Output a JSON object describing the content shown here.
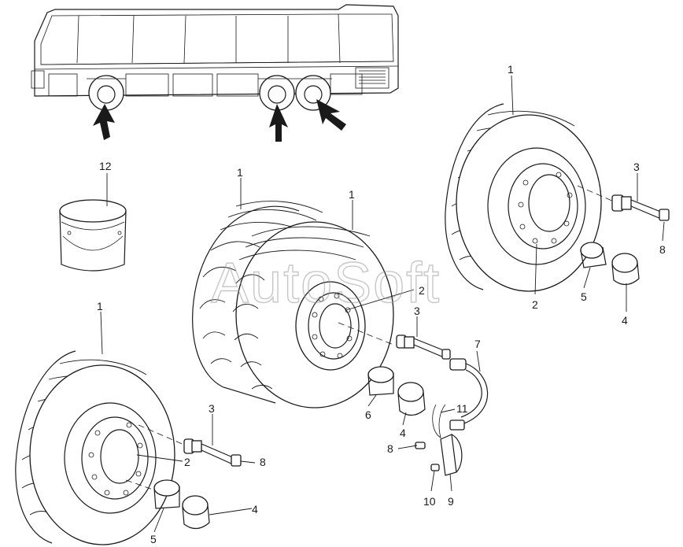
{
  "watermark": "AutoSoft",
  "callouts": [
    {
      "id": "c1a",
      "label": "1"
    },
    {
      "id": "c1b",
      "label": "1"
    },
    {
      "id": "c1c",
      "label": "1"
    },
    {
      "id": "c1d",
      "label": "1"
    },
    {
      "id": "c2a",
      "label": "2"
    },
    {
      "id": "c2b",
      "label": "2"
    },
    {
      "id": "c2c",
      "label": "2"
    },
    {
      "id": "c3a",
      "label": "3"
    },
    {
      "id": "c3b",
      "label": "3"
    },
    {
      "id": "c3c",
      "label": "3"
    },
    {
      "id": "c4a",
      "label": "4"
    },
    {
      "id": "c4b",
      "label": "4"
    },
    {
      "id": "c4c",
      "label": "4"
    },
    {
      "id": "c5a",
      "label": "5"
    },
    {
      "id": "c5b",
      "label": "5"
    },
    {
      "id": "c6",
      "label": "6"
    },
    {
      "id": "c7",
      "label": "7"
    },
    {
      "id": "c8a",
      "label": "8"
    },
    {
      "id": "c8b",
      "label": "8"
    },
    {
      "id": "c8c",
      "label": "8"
    },
    {
      "id": "c9",
      "label": "9"
    },
    {
      "id": "c10",
      "label": "10"
    },
    {
      "id": "c11",
      "label": "11"
    },
    {
      "id": "c12",
      "label": "12"
    }
  ]
}
